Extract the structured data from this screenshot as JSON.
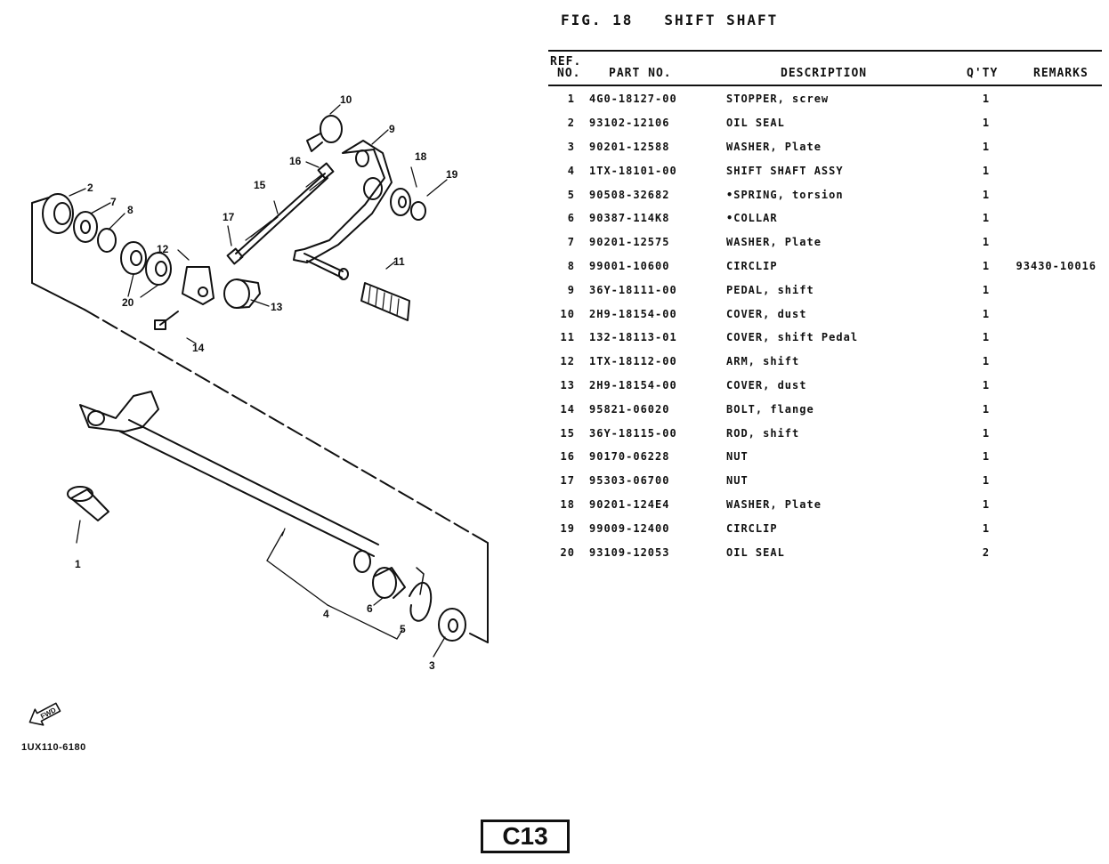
{
  "figure": {
    "title": "FIG. 18   SHIFT SHAFT"
  },
  "table": {
    "headers": {
      "ref_line1": "REF.",
      "ref_line2": "NO.",
      "part_no": "PART NO.",
      "description": "DESCRIPTION",
      "qty": "Q'TY",
      "remarks": "REMARKS"
    },
    "rows": [
      {
        "ref": "1",
        "part_no": "4G0-18127-00",
        "description": "STOPPER, screw",
        "qty": "1",
        "remarks": ""
      },
      {
        "ref": "2",
        "part_no": "93102-12106",
        "description": "OIL SEAL",
        "qty": "1",
        "remarks": ""
      },
      {
        "ref": "3",
        "part_no": "90201-12588",
        "description": "WASHER, Plate",
        "qty": "1",
        "remarks": ""
      },
      {
        "ref": "4",
        "part_no": "1TX-18101-00",
        "description": "SHIFT SHAFT ASSY",
        "qty": "1",
        "remarks": ""
      },
      {
        "ref": "5",
        "part_no": "90508-32682",
        "description": "•SPRING, torsion",
        "qty": "1",
        "remarks": ""
      },
      {
        "ref": "6",
        "part_no": "90387-114K8",
        "description": "•COLLAR",
        "qty": "1",
        "remarks": ""
      },
      {
        "ref": "7",
        "part_no": "90201-12575",
        "description": "WASHER, Plate",
        "qty": "1",
        "remarks": ""
      },
      {
        "ref": "8",
        "part_no": "99001-10600",
        "description": "CIRCLIP",
        "qty": "1",
        "remarks": "93430-10016"
      },
      {
        "ref": "9",
        "part_no": "36Y-18111-00",
        "description": "PEDAL, shift",
        "qty": "1",
        "remarks": ""
      },
      {
        "ref": "10",
        "part_no": "2H9-18154-00",
        "description": "COVER, dust",
        "qty": "1",
        "remarks": ""
      },
      {
        "ref": "11",
        "part_no": "132-18113-01",
        "description": "COVER, shift Pedal",
        "qty": "1",
        "remarks": ""
      },
      {
        "ref": "12",
        "part_no": "1TX-18112-00",
        "description": "ARM, shift",
        "qty": "1",
        "remarks": ""
      },
      {
        "ref": "13",
        "part_no": "2H9-18154-00",
        "description": "COVER, dust",
        "qty": "1",
        "remarks": ""
      },
      {
        "ref": "14",
        "part_no": "95821-06020",
        "description": "BOLT, flange",
        "qty": "1",
        "remarks": ""
      },
      {
        "ref": "15",
        "part_no": "36Y-18115-00",
        "description": "ROD, shift",
        "qty": "1",
        "remarks": ""
      },
      {
        "ref": "16",
        "part_no": "90170-06228",
        "description": "NUT",
        "qty": "1",
        "remarks": ""
      },
      {
        "ref": "17",
        "part_no": "95303-06700",
        "description": "NUT",
        "qty": "1",
        "remarks": ""
      },
      {
        "ref": "18",
        "part_no": "90201-124E4",
        "description": "WASHER, Plate",
        "qty": "1",
        "remarks": ""
      },
      {
        "ref": "19",
        "part_no": "99009-12400",
        "description": "CIRCLIP",
        "qty": "1",
        "remarks": ""
      },
      {
        "ref": "20",
        "part_no": "93109-12053",
        "description": "OIL SEAL",
        "qty": "2",
        "remarks": ""
      }
    ]
  },
  "diagram": {
    "callouts": [
      "1",
      "2",
      "3",
      "4",
      "5",
      "6",
      "7",
      "8",
      "9",
      "10",
      "11",
      "12",
      "13",
      "14",
      "15",
      "16",
      "17",
      "18",
      "19",
      "20"
    ],
    "fwd_label": "FWD"
  },
  "footer": {
    "drawing_code": "1UX110-6180",
    "page_label": "C13"
  }
}
